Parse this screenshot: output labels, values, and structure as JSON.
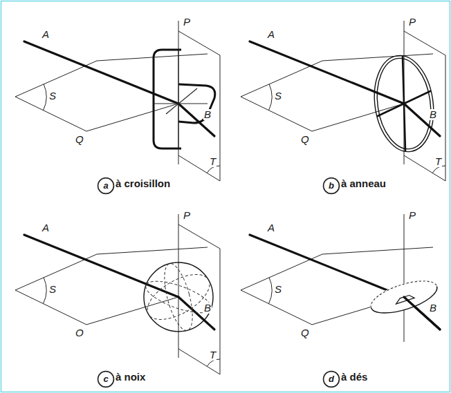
{
  "diagram": {
    "nodes": [
      {
        "text": [
          "a"
        ]
      },
      {
        "text": [
          "b"
        ]
      },
      {
        "text": [
          "c"
        ]
      },
      {
        "text": [
          "d"
        ]
      }
    ],
    "labels": [
      "A",
      "P",
      "S",
      "Q",
      "B",
      "T",
      "à croisillon",
      "A",
      "P",
      "S",
      "Q",
      "B",
      "T",
      "à anneau",
      "A",
      "P",
      "S",
      "O",
      "B",
      "T",
      "à noix",
      "A",
      "P",
      "S",
      "Q",
      "B",
      "à dés"
    ]
  }
}
